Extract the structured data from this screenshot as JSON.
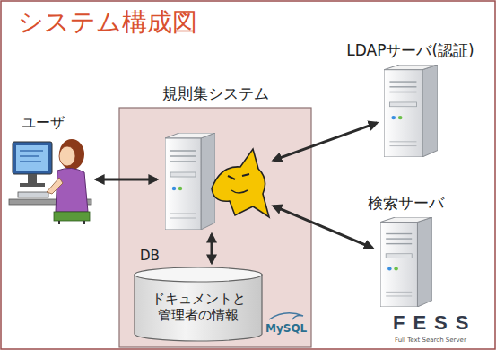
{
  "diagram": {
    "title": "システム構成図",
    "nodes": [
      {
        "text": [
          "ユーザ"
        ]
      },
      {
        "text": [
          "規則集システム"
        ]
      },
      {
        "text": [],
        "in": 1
      },
      {
        "text": [
          "DB",
          "ドキュメントと管理者の情報"
        ],
        "in": 1
      },
      {
        "text": [
          "LDAPサーバ(認証)"
        ]
      },
      {
        "text": [
          "検索サーバ"
        ]
      }
    ],
    "edges": [
      {
        "from": 0,
        "to": 2,
        "arrow": "both"
      },
      {
        "from": 2,
        "to": 4,
        "arrow": "both"
      },
      {
        "from": 2,
        "to": 5,
        "arrow": "both"
      },
      {
        "from": 2,
        "to": 3,
        "arrow": "both"
      }
    ],
    "labels": [
      "MySQL",
      "FESS",
      "Full Text Search Server"
    ]
  }
}
